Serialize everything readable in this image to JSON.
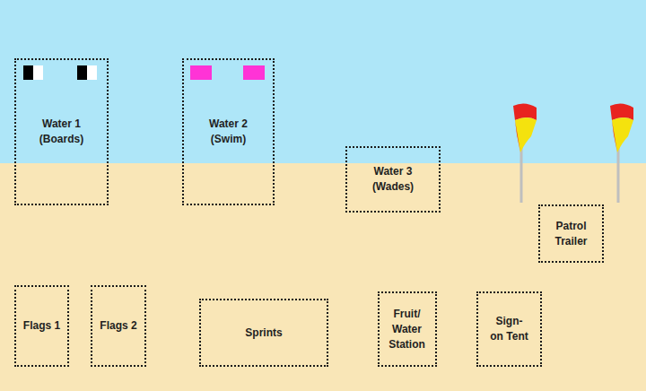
{
  "diagram": {
    "nodes": [
      {
        "text": [
          "Water 1 (Boards)"
        ]
      },
      {
        "text": [
          "Water 2 (Swim)"
        ]
      },
      {
        "text": [
          "Water 3 (Wades)"
        ]
      },
      {
        "text": [
          "Patrol Trailer"
        ]
      },
      {
        "text": [
          "Flags 1"
        ]
      },
      {
        "text": [
          "Flags 2"
        ]
      },
      {
        "text": [
          "Sprints"
        ]
      },
      {
        "text": [
          "Fruit/ Water Station"
        ]
      },
      {
        "text": [
          "Sign- on Tent"
        ]
      }
    ]
  }
}
